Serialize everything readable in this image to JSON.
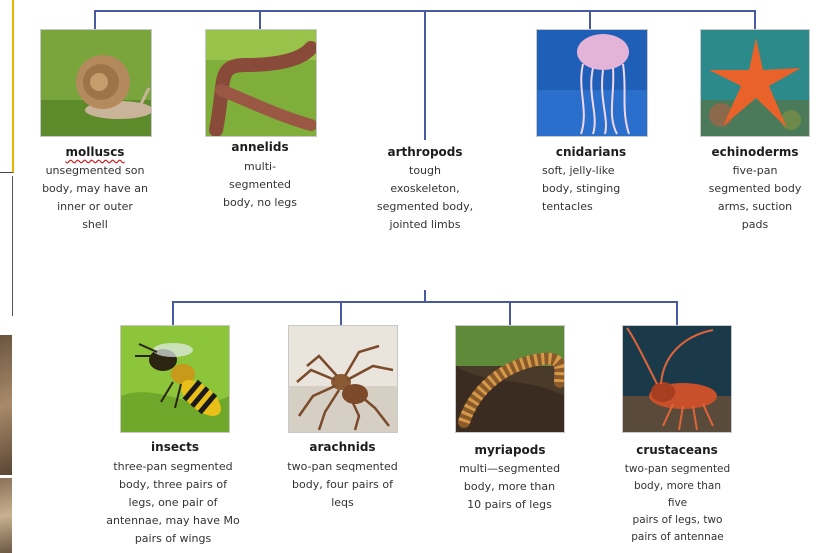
{
  "top_row": [
    {
      "name": "molluscs",
      "desc": "unsegmented son\nbody, may have an\ninner or outer\nshell",
      "image": "snail"
    },
    {
      "name": "annelids",
      "desc": "multi-\nsegmented\nbody, no legs",
      "image": "earthworm"
    },
    {
      "name": "arthropods",
      "desc": "tough\nexoskeleton,\nsegmented body,\njointed limbs",
      "image": ""
    },
    {
      "name": "cnidarians",
      "desc": "soft, jelly-like\nbody, stinging\ntentacles",
      "image": "jellyfish"
    },
    {
      "name": "echinoderms",
      "desc": "five-pan\nsegmented body\narms, suction\npads",
      "image": "starfish"
    }
  ],
  "bottom_row": [
    {
      "name": "insects",
      "desc": "three-pan segmented\nbody, three pairs of\nlegs, one pair of\nantennae, may have Mo\npairs of wings",
      "image": "wasp"
    },
    {
      "name": "arachnids",
      "desc": "two-pan seqmented\nbody, four pairs of\nleqs",
      "image": "spider"
    },
    {
      "name": "myriapods",
      "desc": "multi—segmented\nbody, more than\n10 pairs of legs",
      "image": "centipede"
    },
    {
      "name": "crustaceans",
      "desc": "two-pan segmented\nbody, more than\nfive\n  pairs of legs, two\npairs of antennae",
      "image": "lobster"
    }
  ],
  "colors": {
    "connector": "#4a5aa0",
    "side_accent": "#e8b400"
  }
}
